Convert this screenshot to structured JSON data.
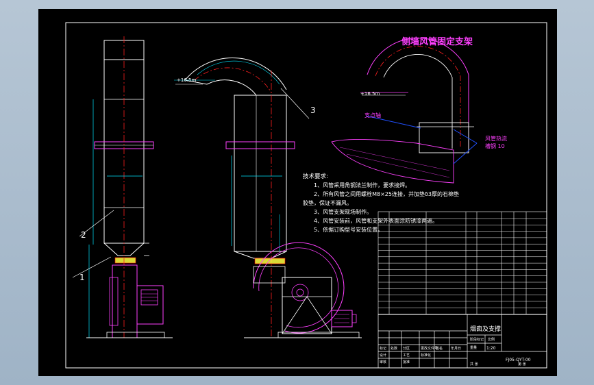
{
  "drawing": {
    "title": "侧墙风管固定支架",
    "elevation_labels": [
      "+16.5m",
      "+16.5m"
    ],
    "callouts": [
      "1",
      "2",
      "3"
    ],
    "annotation_leader": "支点轴",
    "annotation_side": [
      "风管热流",
      "槽钢 10"
    ]
  },
  "tech_requirements": {
    "heading": "技术要求:",
    "items": [
      "1、风管采用角钢法兰制作，要求接焊。",
      "2、所有风管之间用螺栓M8×25连接，并加垫δ3厚的石棉垫",
      "胶垫，保证不漏风。",
      "3、风管支架现场制作。",
      "4、风管安装前，风管和支架外表面涂防锈漆两遍。",
      "5、依据订购型号安装位置。"
    ]
  },
  "title_block": {
    "drawing_name": "烟囱及支撑",
    "scale": "1:20",
    "drawing_number": "FJ05-QYT-00",
    "header_cells": [
      "标记",
      "处数",
      "分区",
      "更改文件号",
      "签名",
      "年月日"
    ],
    "labels": [
      "设计",
      "审核",
      "工艺",
      "批准",
      "标准化",
      "阶段标记",
      "重量",
      "比例",
      "共 张",
      "第 张"
    ]
  },
  "colors": {
    "sheet_bg": "#000000",
    "frame": "#ffffff",
    "outline": "#ffffff",
    "centerline": "#ff2020",
    "duct_highlight": "#ff40ff",
    "dimension": "#00e5ff",
    "text": "#ffffff",
    "blue_leader": "#2050ff",
    "hatch": "#ffff40"
  }
}
